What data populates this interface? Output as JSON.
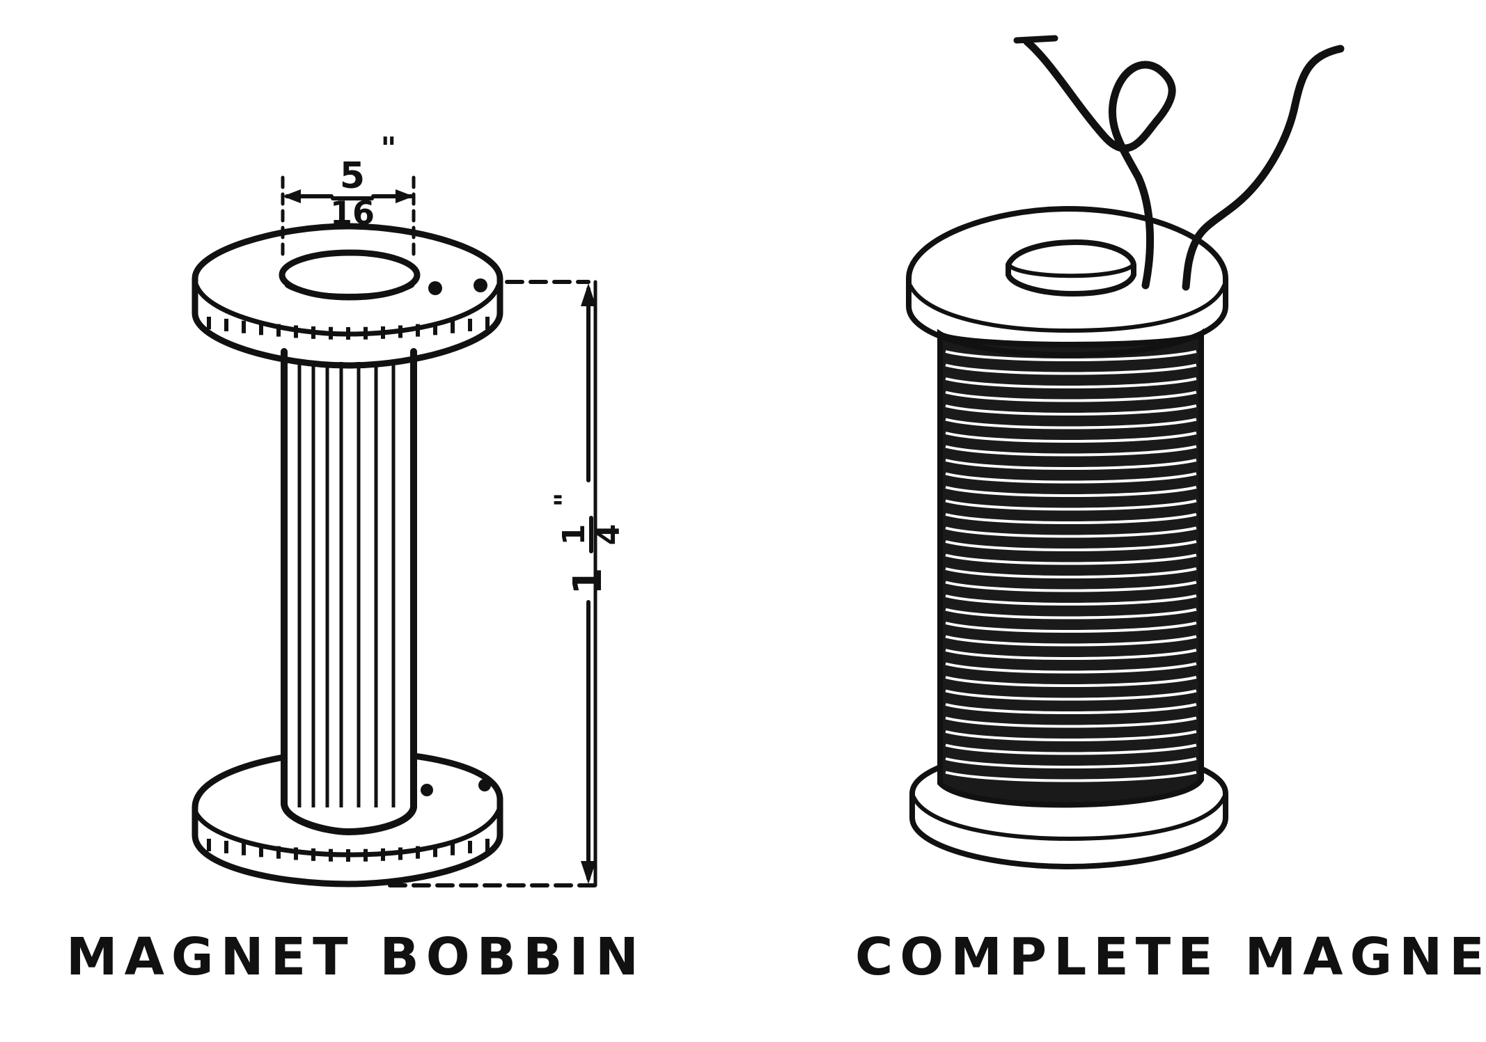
{
  "figures": [
    {
      "id": "bobbin",
      "caption": "MAGNET  BOBBIN",
      "dimensions": {
        "bore_diameter": {
          "numerator": "5",
          "denominator": "16",
          "unit_mark": "\""
        },
        "height": {
          "whole": "1",
          "numerator": "1",
          "denominator": "4",
          "unit_mark": "\""
        }
      }
    },
    {
      "id": "complete-magnet",
      "caption": "COMPLETE  MAGNET"
    }
  ]
}
